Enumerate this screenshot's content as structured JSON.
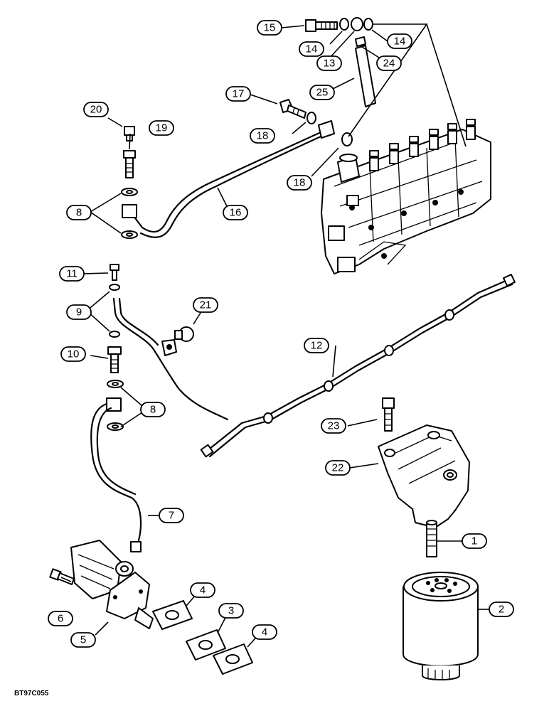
{
  "figure_code": "BT97C055",
  "callouts": [
    {
      "id": "c15",
      "label": "15"
    },
    {
      "id": "c14a",
      "label": "14"
    },
    {
      "id": "c14b",
      "label": "14"
    },
    {
      "id": "c13",
      "label": "13"
    },
    {
      "id": "c24",
      "label": "24"
    },
    {
      "id": "c25",
      "label": "25"
    },
    {
      "id": "c17",
      "label": "17"
    },
    {
      "id": "c20",
      "label": "20"
    },
    {
      "id": "c19",
      "label": "19"
    },
    {
      "id": "c18a",
      "label": "18"
    },
    {
      "id": "c18b",
      "label": "18"
    },
    {
      "id": "c8a",
      "label": "8"
    },
    {
      "id": "c16",
      "label": "16"
    },
    {
      "id": "c11",
      "label": "11"
    },
    {
      "id": "c9",
      "label": "9"
    },
    {
      "id": "c21",
      "label": "21"
    },
    {
      "id": "c10",
      "label": "10"
    },
    {
      "id": "c12",
      "label": "12"
    },
    {
      "id": "c8b",
      "label": "8"
    },
    {
      "id": "c23",
      "label": "23"
    },
    {
      "id": "c22",
      "label": "22"
    },
    {
      "id": "c7",
      "label": "7"
    },
    {
      "id": "c1",
      "label": "1"
    },
    {
      "id": "c4a",
      "label": "4"
    },
    {
      "id": "c3",
      "label": "3"
    },
    {
      "id": "c2",
      "label": "2"
    },
    {
      "id": "c6",
      "label": "6"
    },
    {
      "id": "c5",
      "label": "5"
    },
    {
      "id": "c4b",
      "label": "4"
    }
  ]
}
